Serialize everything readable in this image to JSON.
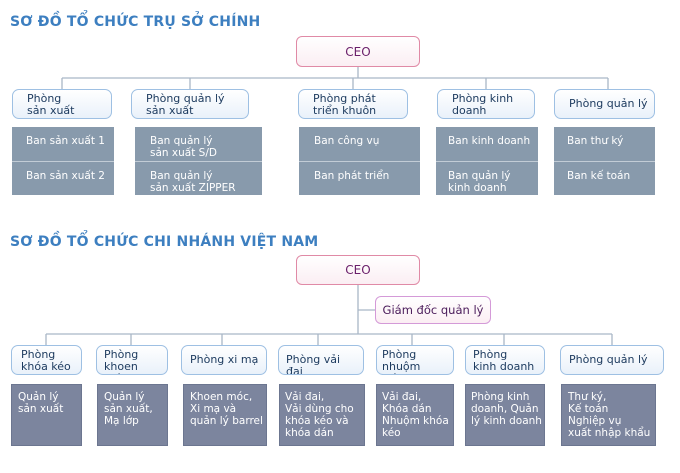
{
  "hq": {
    "title": "SƠ ĐỒ TỔ CHỨC TRỤ SỞ CHÍNH",
    "ceo": "CEO",
    "departments": [
      {
        "name": "Phòng\nsản xuất",
        "units": [
          "Ban sản xuất 1",
          "Ban sản xuất 2"
        ]
      },
      {
        "name": "Phòng quản lý\nsản xuất",
        "units": [
          "Ban quản lý\nsản xuất S/D",
          "Ban quản lý\nsản xuất ZIPPER"
        ]
      },
      {
        "name": "Phòng phát\ntriển khuôn",
        "units": [
          "Ban công vụ",
          "Ban phát triển"
        ]
      },
      {
        "name": "Phòng kinh\ndoanh",
        "units": [
          "Ban kinh doanh",
          "Ban quản lý\nkinh doanh"
        ]
      },
      {
        "name": "Phòng quản lý",
        "units": [
          "Ban thư ký",
          "Ban kế toán"
        ]
      }
    ]
  },
  "branch": {
    "title": "SƠ ĐỒ TỔ CHỨC CHI NHÁNH VIỆT NAM",
    "ceo": "CEO",
    "manager": "Giám đốc quản lý",
    "departments": [
      {
        "name": "Phòng\nkhóa kéo",
        "duties": "Quản lý\nsản xuất"
      },
      {
        "name": "Phòng\nkhoen móc",
        "duties": "Quản lý\nsản xuất,\nMạ lớp"
      },
      {
        "name": "Phòng xi mạ",
        "duties": "Khoen móc,\nXi mạ và\nquản lý barrel"
      },
      {
        "name": "Phòng vải đai",
        "duties": "Vải đai,\nVải dùng cho\nkhóa kéo và\nkhóa dán"
      },
      {
        "name": "Phòng\nnhuộm màu",
        "duties": "Vải đai,\nKhóa dán\nNhuộm khóa\nkéo"
      },
      {
        "name": "Phòng\nkinh doanh",
        "duties": "Phòng kinh\ndoanh, Quản\nlý kinh doanh"
      },
      {
        "name": "Phòng quản lý",
        "duties": "Thư ký,\nKế toán\nNghiệp vụ\nxuất nhập khẩu"
      }
    ]
  },
  "colors": {
    "title": "#3d7fc0",
    "connector": "#a9b7c7",
    "column_hq": "#889aac",
    "column_branch": "#7c859e"
  }
}
